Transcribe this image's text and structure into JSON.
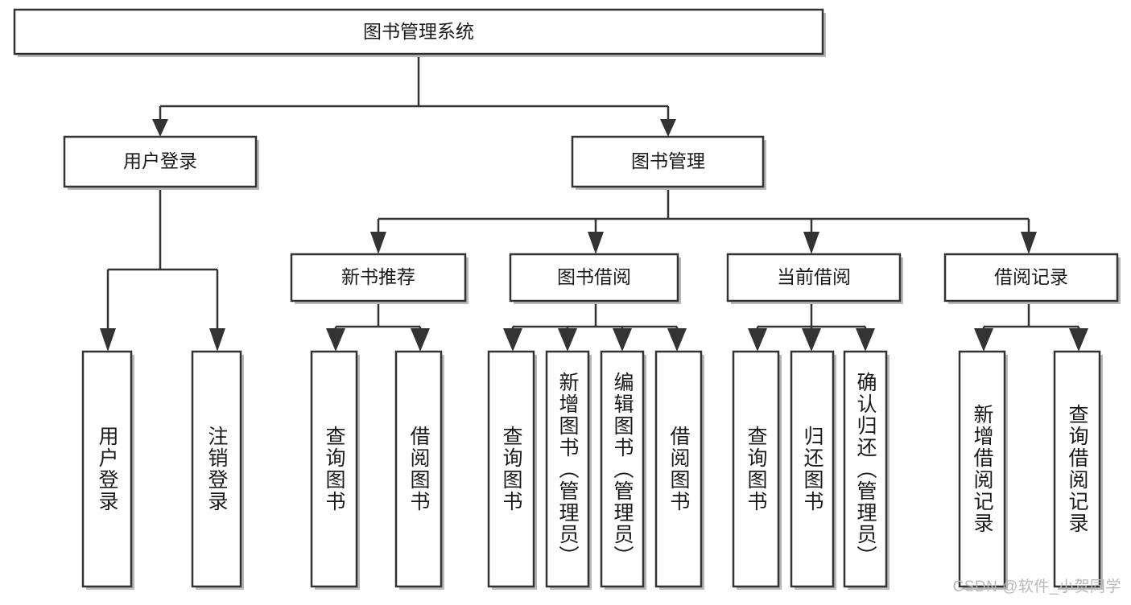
{
  "diagram": {
    "title": "图书管理系统",
    "type": "hierarchy-tree",
    "root": {
      "id": "root",
      "label": "图书管理系统",
      "orientation": "horizontal"
    },
    "level2": [
      {
        "id": "user-login",
        "label": "用户登录",
        "orientation": "horizontal"
      },
      {
        "id": "book-management",
        "label": "图书管理",
        "orientation": "horizontal"
      }
    ],
    "level3": [
      {
        "id": "new-book-recommend",
        "label": "新书推荐",
        "parent": "book-management",
        "orientation": "horizontal"
      },
      {
        "id": "book-borrow",
        "label": "图书借阅",
        "parent": "book-management",
        "orientation": "horizontal"
      },
      {
        "id": "current-borrow",
        "label": "当前借阅",
        "parent": "book-management",
        "orientation": "horizontal"
      },
      {
        "id": "borrow-record",
        "label": "借阅记录",
        "parent": "book-management",
        "orientation": "horizontal"
      }
    ],
    "leaves": [
      {
        "id": "leaf-user-login",
        "label": "用户登录",
        "parent": "user-login",
        "orientation": "vertical"
      },
      {
        "id": "leaf-logout-login",
        "label": "注销登录",
        "parent": "user-login",
        "orientation": "vertical"
      },
      {
        "id": "leaf-query-book-1",
        "label": "查询图书",
        "parent": "new-book-recommend",
        "orientation": "vertical"
      },
      {
        "id": "leaf-borrow-book-1",
        "label": "借阅图书",
        "parent": "new-book-recommend",
        "orientation": "vertical"
      },
      {
        "id": "leaf-query-book-2",
        "label": "查询图书",
        "parent": "book-borrow",
        "orientation": "vertical"
      },
      {
        "id": "leaf-add-book",
        "label": "新增图书（管理员）",
        "parent": "book-borrow",
        "orientation": "vertical"
      },
      {
        "id": "leaf-edit-book",
        "label": "编辑图书（管理员）",
        "parent": "book-borrow",
        "orientation": "vertical"
      },
      {
        "id": "leaf-borrow-book-2",
        "label": "借阅图书",
        "parent": "book-borrow",
        "orientation": "vertical"
      },
      {
        "id": "leaf-query-book-3",
        "label": "查询图书",
        "parent": "current-borrow",
        "orientation": "vertical"
      },
      {
        "id": "leaf-return-book",
        "label": "归还图书",
        "parent": "current-borrow",
        "orientation": "vertical"
      },
      {
        "id": "leaf-confirm-return",
        "label": "确认归还（管理员）",
        "parent": "current-borrow",
        "orientation": "vertical"
      },
      {
        "id": "leaf-add-record",
        "label": "新增借阅记录",
        "parent": "borrow-record",
        "orientation": "vertical"
      },
      {
        "id": "leaf-query-record",
        "label": "查询借阅记录",
        "parent": "borrow-record",
        "orientation": "vertical"
      }
    ]
  },
  "watermark": {
    "text": "CSDN @软件_小贺同学"
  },
  "colors": {
    "box_stroke": "#333333",
    "box_fill": "#ffffff",
    "text": "#1a1a1a",
    "watermark": "#b9b9b9",
    "shadow": "#b8b8b8",
    "background": "#ffffff"
  }
}
